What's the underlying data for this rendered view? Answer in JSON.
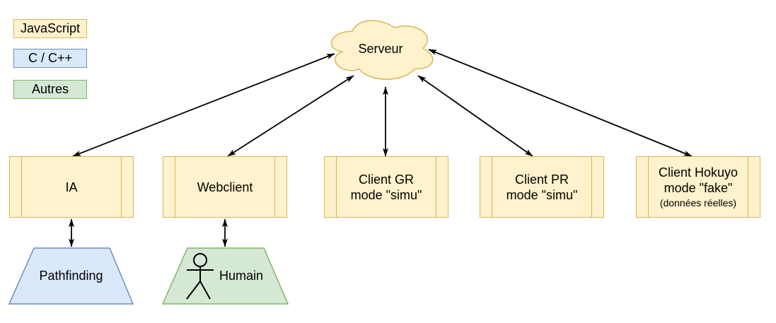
{
  "legend": {
    "items": [
      {
        "id": "javascript",
        "label": "JavaScript",
        "fill": "#FFF2CC",
        "stroke": "#D6B656"
      },
      {
        "id": "c-cpp",
        "label": "C / C++",
        "fill": "#DAE8FC",
        "stroke": "#6C8EBF"
      },
      {
        "id": "autres",
        "label": "Autres",
        "fill": "#D5E8D4",
        "stroke": "#82B366"
      }
    ]
  },
  "server": {
    "label": "Serveur",
    "shape": "cloud",
    "category": "JavaScript"
  },
  "clients": [
    {
      "id": "ia",
      "lines": [
        "IA"
      ],
      "category": "JavaScript"
    },
    {
      "id": "webclient",
      "lines": [
        "Webclient"
      ],
      "category": "JavaScript"
    },
    {
      "id": "client-gr",
      "lines": [
        "Client GR",
        "mode \"simu\""
      ],
      "category": "JavaScript"
    },
    {
      "id": "client-pr",
      "lines": [
        "Client PR",
        "mode \"simu\""
      ],
      "category": "JavaScript"
    },
    {
      "id": "client-hokuyo",
      "lines": [
        "Client Hokuyo",
        "mode \"fake\""
      ],
      "note": "(données réelles)",
      "category": "JavaScript"
    }
  ],
  "externals": [
    {
      "id": "pathfinding",
      "label": "Pathfinding",
      "shape": "trapezoid",
      "category": "C / C++"
    },
    {
      "id": "humain",
      "label": "Humain",
      "shape": "trapezoid",
      "icon": "person-icon",
      "category": "Autres"
    }
  ],
  "edges": [
    {
      "from": "Serveur",
      "to": "IA",
      "bidirectional": true
    },
    {
      "from": "Serveur",
      "to": "Webclient",
      "bidirectional": true
    },
    {
      "from": "Serveur",
      "to": "Client GR",
      "bidirectional": true
    },
    {
      "from": "Serveur",
      "to": "Client PR",
      "bidirectional": true
    },
    {
      "from": "Serveur",
      "to": "Client Hokuyo",
      "bidirectional": true
    },
    {
      "from": "IA",
      "to": "Pathfinding",
      "bidirectional": true
    },
    {
      "from": "Webclient",
      "to": "Humain",
      "bidirectional": true
    }
  ],
  "colors": {
    "yellow_fill": "#FFF2CC",
    "yellow_stroke": "#D6B656",
    "blue_fill": "#DAE8FC",
    "blue_stroke": "#6C8EBF",
    "green_fill": "#D5E8D4",
    "green_stroke": "#82B366",
    "arrow": "#000000",
    "text": "#000000"
  }
}
